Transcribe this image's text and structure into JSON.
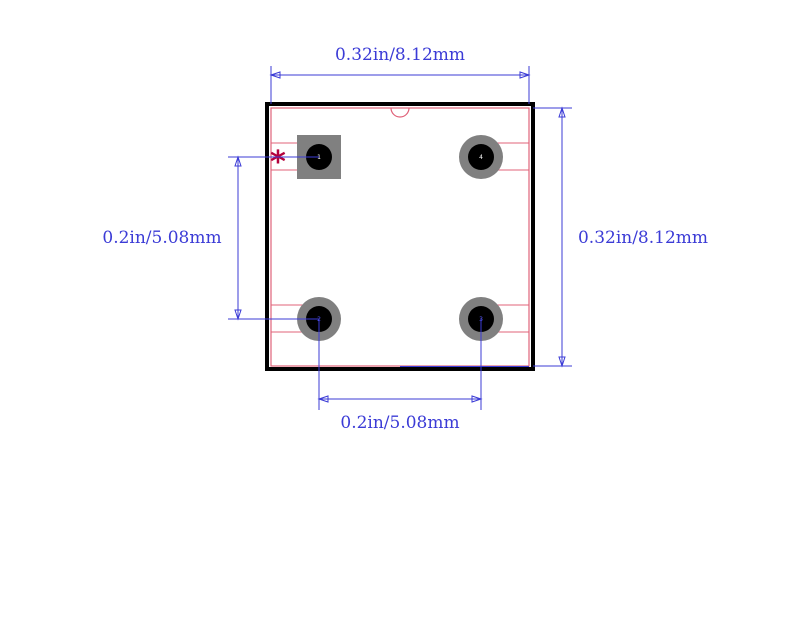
{
  "dimensions": {
    "top_width": "0.32in/8.12mm",
    "right_height": "0.32in/8.12mm",
    "left_pitch": "0.2in/5.08mm",
    "bottom_pitch": "0.2in/5.08mm"
  },
  "pins": [
    {
      "number": "1",
      "shape": "square"
    },
    {
      "number": "4",
      "shape": "round"
    },
    {
      "number": "2",
      "shape": "round"
    },
    {
      "number": "3",
      "shape": "round"
    }
  ],
  "pin1_marker": "*",
  "colors": {
    "dimension": "#3b3bd6",
    "outline": "#000000",
    "silkscreen": "#e0637a",
    "pad": "#808080",
    "hole": "#000000",
    "marker": "#b3003c"
  }
}
